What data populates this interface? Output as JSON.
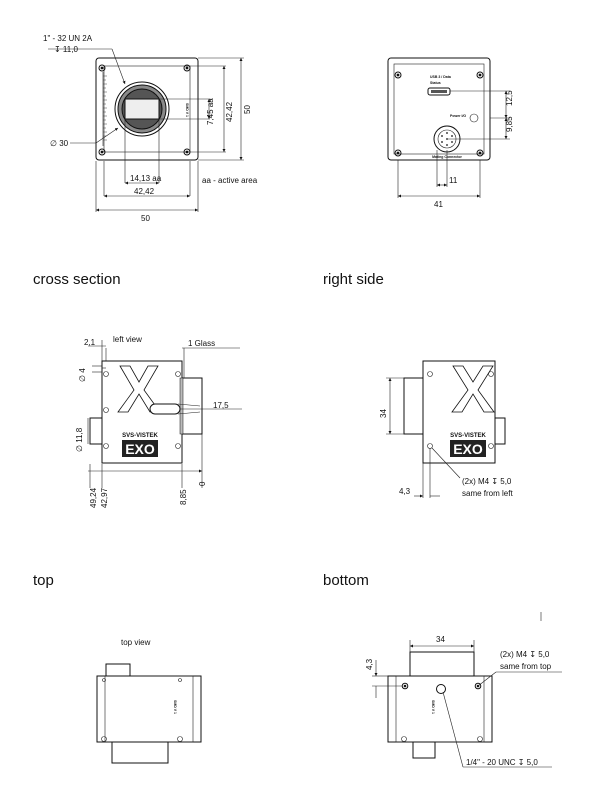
{
  "sections": {
    "cross_section": "cross section",
    "right_side": "right side",
    "top": "top",
    "bottom": "bottom"
  },
  "front": {
    "thread": "1\" - 32 UN 2A",
    "depth": "↧ 11,0",
    "diameter": "∅ 30",
    "d_14_13": "14,13 aa",
    "d_42_42_h": "42,42",
    "d_50_h": "50",
    "d_7_45": "7,45 aa",
    "d_42_42_v": "42,42",
    "d_50_v": "50",
    "legend": "aa - active area"
  },
  "back": {
    "d_12_5": "12,5",
    "d_9_85": "9,85",
    "d_11": "11",
    "d_41": "41",
    "conn1": "USB 3 / Data",
    "conn2": "Power I/O",
    "plate": "Mating Connector"
  },
  "cross": {
    "left_view": "left view",
    "d_2_1": "2,1",
    "glass": "1 Glass",
    "d_4": "∅ 4",
    "d_17_5": "17,5",
    "d_11_8": "∅ 11,8",
    "d_49_24": "49,24",
    "d_42_97": "42,97",
    "d_8_85": "8,85",
    "d_0": "0",
    "brand": "SVS-VISTEK",
    "logo": "EXO"
  },
  "right": {
    "d_34": "34",
    "d_4_3": "4,3",
    "m4": "(2x) M4 ↧ 5,0",
    "same": "same from left",
    "brand": "SVS-VISTEK",
    "logo": "EXO"
  },
  "top": {
    "top_view": "top view"
  },
  "bottom": {
    "d_34": "34",
    "d_4_3": "4,3",
    "m4": "(2x) M4 ↧ 5,0",
    "same": "same from top",
    "tripod": "1/4\" - 20 UNC ↧ 5,0"
  }
}
